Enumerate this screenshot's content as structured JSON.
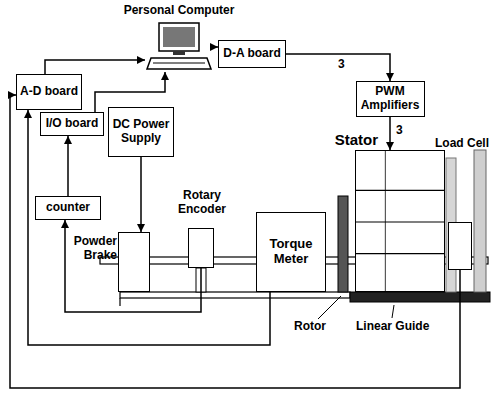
{
  "diagram": {
    "nodes": [
      {
        "text": [
          "Personal Computer"
        ]
      },
      {
        "text": [
          "D-A board"
        ]
      },
      {
        "text": [
          "A-D board"
        ]
      },
      {
        "text": [
          "I/O board"
        ]
      },
      {
        "text": [
          "counter"
        ]
      },
      {
        "text": [
          "DC Power Supply"
        ]
      },
      {
        "text": [
          "PWM Amplifiers"
        ]
      },
      {
        "text": [
          "Powder Brake"
        ]
      },
      {
        "text": [
          "Stator"
        ]
      },
      {
        "text": [
          "Rotary Encoder"
        ]
      },
      {
        "text": [
          "Torque Meter"
        ]
      },
      {
        "text": [
          "Load Cell"
        ]
      }
    ],
    "edges": [
      {
        "from": 0,
        "to": 1,
        "arrow": "to"
      },
      {
        "from": 1,
        "to": 6,
        "arrow": "to",
        "label": "3"
      },
      {
        "from": 6,
        "to": 8,
        "arrow": "to",
        "label": "3"
      },
      {
        "from": 2,
        "to": 0,
        "arrow": "to"
      },
      {
        "from": 3,
        "to": 0,
        "arrow": "to"
      },
      {
        "from": 4,
        "to": 3,
        "arrow": "to"
      },
      {
        "from": 5,
        "to": 7,
        "arrow": "to"
      },
      {
        "from": 9,
        "to": 4,
        "arrow": "to"
      },
      {
        "from": 10,
        "to": 2,
        "arrow": "to"
      },
      {
        "from": 11,
        "to": 2,
        "arrow": "to"
      }
    ],
    "labels": [
      "Rotor",
      "Linear Guide"
    ]
  }
}
